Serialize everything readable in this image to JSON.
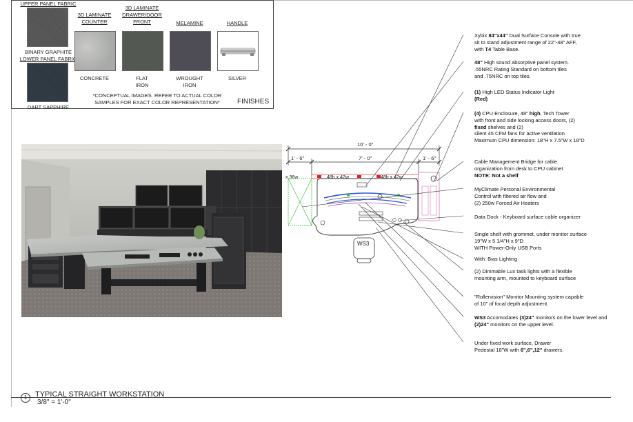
{
  "finishes": {
    "upper_panel_label": "UPPER PANEL FABRIC",
    "upper_panel_color": "BINARY GRAPHITE",
    "lower_panel_label": "LOWER PANEL FABRIC",
    "lower_panel_color": "DART SAPPHIRE",
    "counter_label_1": "3D LAMINATE",
    "counter_label_2": "COUNTER",
    "counter_color": "CONCRETE",
    "drawer_label_1": "3D LAMINATE",
    "drawer_label_2": "DRAWER/DOOR",
    "drawer_label_3": "FRONT",
    "drawer_color_1": "FLAT",
    "drawer_color_2": "IRON",
    "melamine_label": "MELAMINE",
    "melamine_color_1": "WROUGHT",
    "melamine_color_2": "IRON",
    "handle_label": "HANDLE",
    "handle_color": "SILVER",
    "note_1": "*CONCEPTUAL IMAGES. REFER TO ACTUAL COLOR",
    "note_2": "SAMPLES FOR EXACT COLOR REPRESENTATION*",
    "title": "FINISHES",
    "colors": {
      "graphite": "#575757",
      "sapphire": "#2f3a43",
      "concrete": "#b5b7b5",
      "flat_iron": "#535852",
      "wrought_iron": "#4e4c55"
    }
  },
  "plan": {
    "dim_overall": "10' - 0\"",
    "dim_left": "1' - 6\"",
    "dim_center": "7' - 0\"",
    "dim_right": "1' - 6\"",
    "panel_left": "48h x 42w",
    "panel_right": "48h x 42w",
    "panel_side": "x 36w",
    "station": "WS3"
  },
  "callouts": {
    "c1_l1_pre": "Xybix ",
    "c1_l1_b": "84\"x44\"",
    "c1_l1_post": " Dual Surface Console with true",
    "c1_l2": "sit to stand adjustment range of 22\"-48\" AFF,",
    "c1_l3_pre": "with ",
    "c1_l3_b": "T4",
    "c1_l3_post": " Table Base.",
    "c2_l1_b": "48\"",
    "c2_l1_post": " High sound absorptive panel system.",
    "c2_l2": ".55NRC Rating Standard on bottom tiles",
    "c2_l3": "and .75NRC on top tiles.",
    "c3_l1_b": "(1)",
    "c3_l1_post": " High LED Status Indicator Light",
    "c3_l2_b": "(Red)",
    "c4_l1_b1": "(4)",
    "c4_l1_mid": " CPU Enclosure, 48\" ",
    "c4_l1_b2": "high",
    "c4_l1_post": ", Tech Tower",
    "c4_l2": "with front and side locking access doors, (2)",
    "c4_l3_b": "fixed",
    "c4_l3_post": " shelves and (2)",
    "c4_l4": "silent 45 CFM fans for active ventilation.",
    "c4_l5": "Maximum CPU dimension: 18\"H x 7.5\"W x 18\"D",
    "c5_l1": "Cable Management Bridge for cable",
    "c5_l2": "organization from desk to CPU cabinet",
    "c5_l3_b": "NOTE: Not a shelf",
    "c6_l1": "MyClimate Personal Environmental",
    "c6_l2": "Control with filtered air flow and",
    "c6_l3": "(2) 250w Forced Air Heaters",
    "c7_l1": "Data Dock - Keyboard surface cable organizer",
    "c8_l1": "Single shelf with grommet, under monitor surface",
    "c8_l2": "19\"W x 5 1/4\"H x 9\"D",
    "c8_l3": "WITH Power-Only USB Ports",
    "c9_l1": "With: Bias Lighting",
    "c10_l1": "(2) Dimmable Lux task lights with a flexible",
    "c10_l2": "mounting arm, mounted to keyboard surface",
    "c11_l1": "\"Rollervision\" Monitor Mounting system capable",
    "c11_l2": "of 10\" of focal depth adjustment.",
    "c12_l1_b1": "WS3",
    "c12_l1_mid": " Accomodates ",
    "c12_l1_b2": "(3)24\"",
    "c12_l1_post": " monitors on the lower level and",
    "c12_l2_b": "(2)24\"",
    "c12_l2_post": " monitors on the upper level.",
    "c13_l1": "Under fixed work surface, Drawer",
    "c13_l2_pre": "Pedestal 18\"W with ",
    "c13_l2_b": "6\",6\",12\"",
    "c13_l2_post": " drawers."
  },
  "title_block": {
    "number": "1",
    "title": "TYPICAL STRAIGHT WORKSTATION",
    "scale": "3/8\" = 1'-0\""
  }
}
